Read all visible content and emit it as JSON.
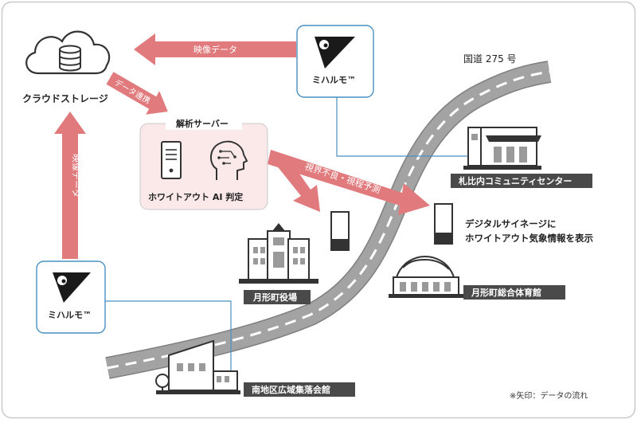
{
  "colors": {
    "arrow": "#e07a7c",
    "road": "#a3a3a3",
    "road_edge": "#7f7f7f",
    "dash": "#ffffff",
    "frame": "#c9c9c9",
    "panel": "#fbe9ea",
    "link_line": "#4a90c2",
    "label_bg": "#4a4a4a",
    "logo": "#1a1a1a"
  },
  "icons": {
    "cloud": "cloud-database-icon",
    "server": "server-icon",
    "ai": "ai-head-icon",
    "logo": "mihalmo-logo-icon",
    "signage": "digital-signage-icon",
    "building": "building-icon"
  },
  "labels": {
    "cloud_storage": "クラウドストレージ",
    "video_data_top": "映像データ",
    "data_link": "データ連携",
    "video_data_left": "映像データ",
    "analysis_server": "解析サーバー",
    "whiteout_ai": "ホワイトアウト AI 判定",
    "visibility_forecast": "視界不良・視程予測",
    "device_top": "ミハルモ™",
    "device_bottom": "ミハルモ™",
    "route": "国道 275 号",
    "signage_line1": "デジタルサイネージに",
    "signage_line2": "ホワイトアウト気象情報を表示",
    "community_center": "札比内コミュニティセンター",
    "town_hall": "月形町役場",
    "gym": "月形町総合体育館",
    "assembly_hall": "南地区広域集落会館",
    "note": "※矢印：データの流れ"
  }
}
